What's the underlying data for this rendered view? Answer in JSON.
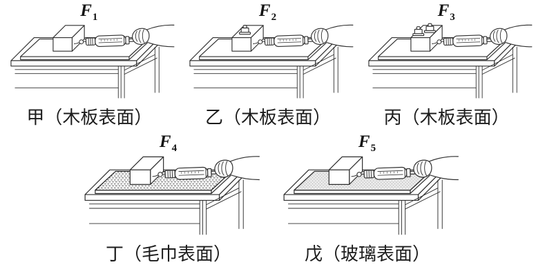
{
  "figure": {
    "panels": [
      {
        "id": "jia",
        "force_symbol": "F",
        "force_subscript": "1",
        "caption": "甲（木板表面）",
        "surface": "wood",
        "weights_on_block": 0
      },
      {
        "id": "yi",
        "force_symbol": "F",
        "force_subscript": "2",
        "caption": "乙（木板表面）",
        "surface": "wood",
        "weights_on_block": 1
      },
      {
        "id": "bing",
        "force_symbol": "F",
        "force_subscript": "3",
        "caption": "丙（木板表面）",
        "surface": "wood",
        "weights_on_block": 2
      },
      {
        "id": "ding",
        "force_symbol": "F",
        "force_subscript": "4",
        "caption": "丁（毛巾表面）",
        "surface": "towel",
        "weights_on_block": 0
      },
      {
        "id": "wu",
        "force_symbol": "F",
        "force_subscript": "5",
        "caption": "戊（玻璃表面）",
        "surface": "glass",
        "weights_on_block": 0
      }
    ],
    "colors": {
      "line": "#2e2e2e",
      "background": "#ffffff",
      "towel_stitch": "#4a4a4a",
      "glass_tint": "#eaeaea",
      "glass_dot": "#8f8f8f",
      "text": "#1c1c1c"
    }
  }
}
